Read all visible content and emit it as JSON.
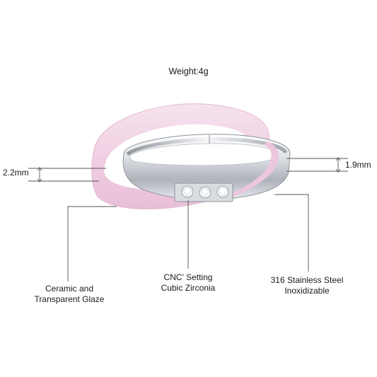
{
  "weight_label": "Weight:4g",
  "dimensions": {
    "ceramic_width": "2.2mm",
    "steel_width": "1.9mm"
  },
  "callouts": {
    "ceramic": [
      "Ceramic and",
      "Transparent Glaze"
    ],
    "setting": [
      "CNC’ Setting",
      "Cubic Zirconia"
    ],
    "steel": [
      "316 Stainless Steel",
      "Inoxidizable"
    ]
  },
  "colors": {
    "ceramic_pink": "#f1d3e5",
    "steel": "#c9ccd1",
    "background": "#ffffff",
    "line": "#555555"
  }
}
